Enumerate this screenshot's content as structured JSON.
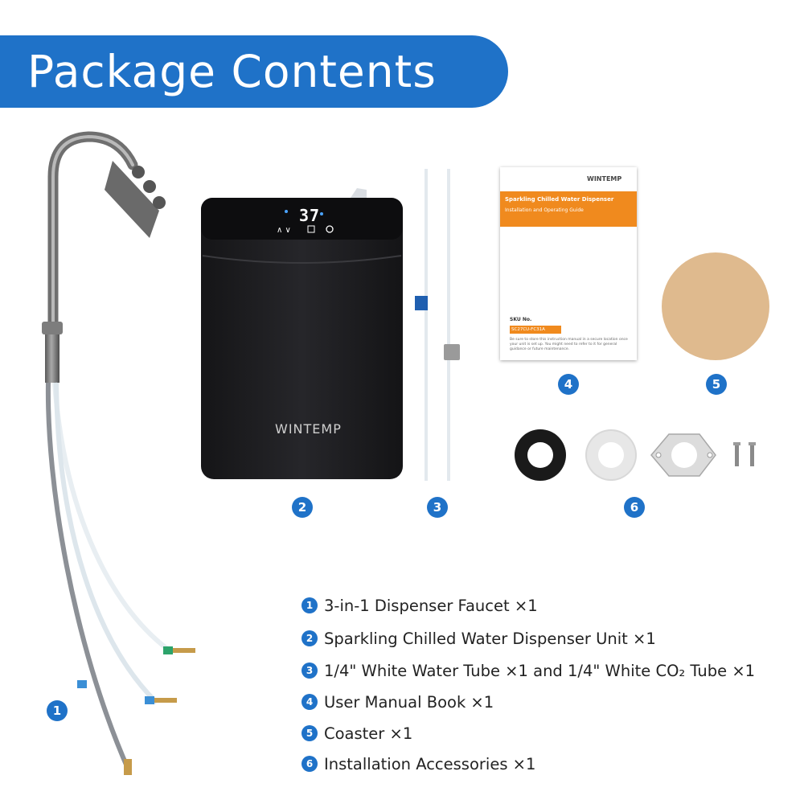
{
  "header": {
    "title": "Package Contents"
  },
  "badges": [
    "1",
    "2",
    "3",
    "4",
    "5",
    "6"
  ],
  "unit": {
    "display": "37",
    "brand": "WINTEMP"
  },
  "manual": {
    "brand": "WINTEMP",
    "title": "Sparkling Chilled Water Dispenser",
    "subtitle": "Installation and Operating Guide",
    "sku_label": "SKU No.",
    "sku_value": "SC27CU-FC31A",
    "note": "Be sure to store this instruction manual in a secure location once your unit is set up. You might need to refer to it for general guidance or future maintenance."
  },
  "contents": [
    {
      "num": "1",
      "text": "3-in-1 Dispenser Faucet ×1"
    },
    {
      "num": "2",
      "text": "Sparkling Chilled Water Dispenser Unit ×1"
    },
    {
      "num": "3",
      "text": "1/4\" White Water Tube ×1 and 1/4\" White CO₂ Tube ×1"
    },
    {
      "num": "4",
      "text": "User Manual Book ×1"
    },
    {
      "num": "5",
      "text": "Coaster ×1"
    },
    {
      "num": "6",
      "text": "Installation Accessories  ×1"
    }
  ],
  "colors": {
    "accent": "#1f72c8",
    "manual_band": "#f08a1e",
    "coaster": "#dfba8e",
    "unit_body": "#1c1c1e"
  }
}
